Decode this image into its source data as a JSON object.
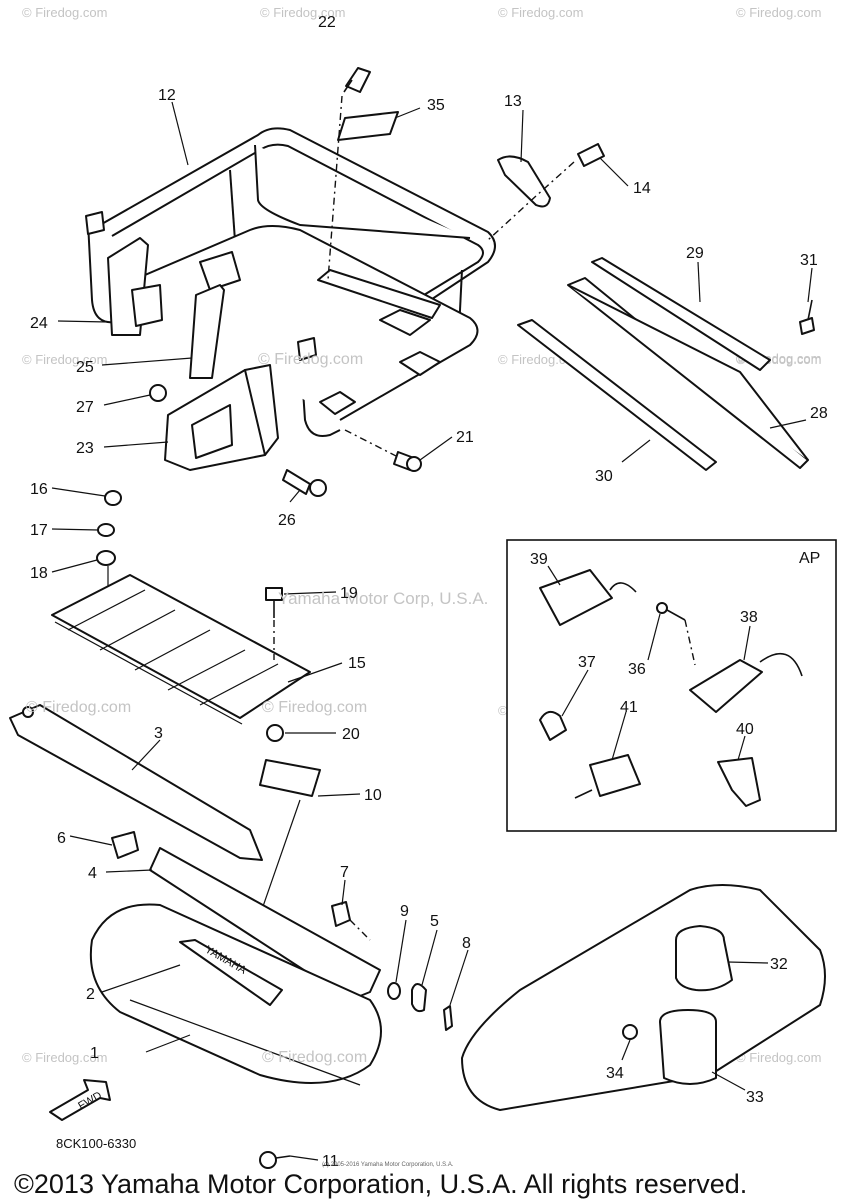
{
  "watermark": "© Firedog.com",
  "watermark_center": "Yamaha Motor Corp, U.S.A.",
  "brand_plate": "YAMAHA",
  "fwd_label": "FWD",
  "inset_label": "AP",
  "diagram_code": "8CK100-6330",
  "fine_print": "(c) 2005-2016 Yamaha Motor Corporation, U.S.A.",
  "copyright": "©2013 Yamaha Motor Corporation, U.S.A. All rights reserved.",
  "callouts": {
    "c1": "1",
    "c2": "2",
    "c3": "3",
    "c4": "4",
    "c5": "5",
    "c6": "6",
    "c7": "7",
    "c8": "8",
    "c9": "9",
    "c10": "10",
    "c11": "11",
    "c12": "12",
    "c13": "13",
    "c14": "14",
    "c15": "15",
    "c16": "16",
    "c17": "17",
    "c18": "18",
    "c19": "19",
    "c20": "20",
    "c21": "21",
    "c22": "22",
    "c23": "23",
    "c24": "24",
    "c25": "25",
    "c26": "26",
    "c27": "27",
    "c28": "28",
    "c29": "29",
    "c30": "30",
    "c31": "31",
    "c32": "32",
    "c33": "33",
    "c34": "34",
    "c35": "35",
    "c36": "36",
    "c37": "37",
    "c38": "38",
    "c39": "39",
    "c40": "40",
    "c41": "41"
  }
}
